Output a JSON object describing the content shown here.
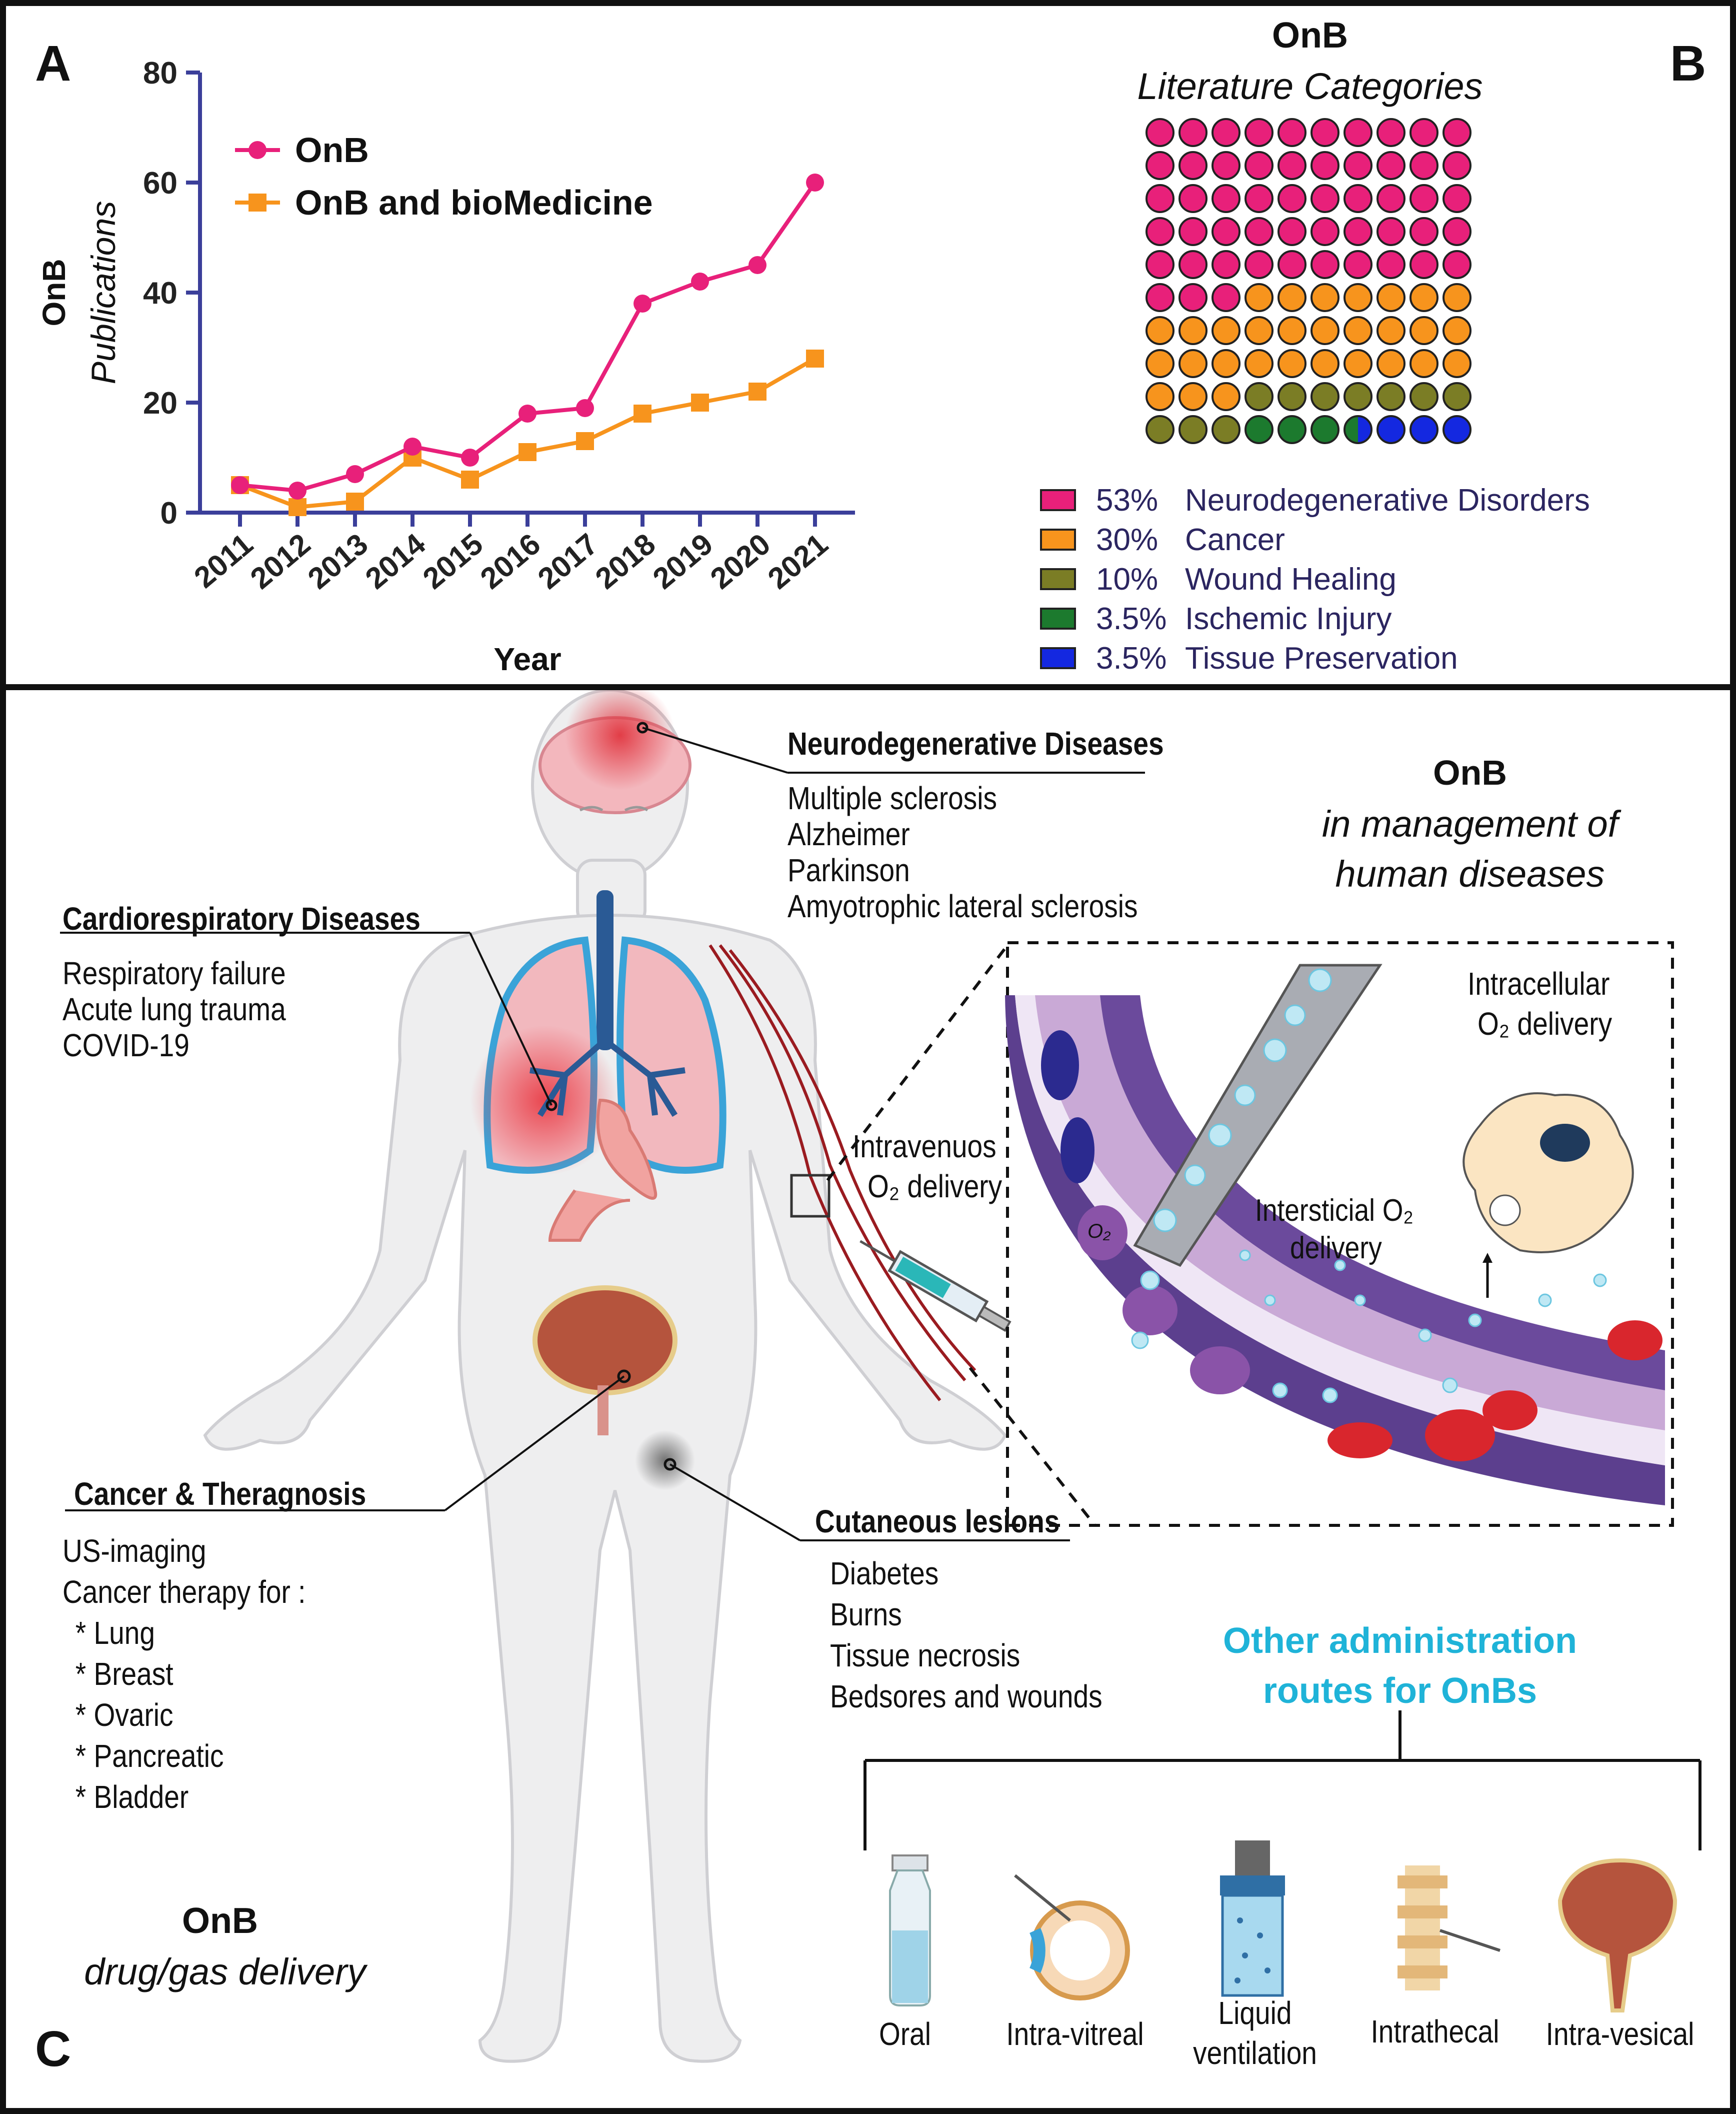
{
  "panel_a": {
    "letter": "A",
    "chart_data": {
      "type": "line",
      "x": [
        "2011",
        "2012",
        "2013",
        "2014",
        "2015",
        "2016",
        "2017",
        "2018",
        "2019",
        "2020",
        "2021"
      ],
      "series": [
        {
          "name": "OnB",
          "color": "#e8207a",
          "marker": "circle",
          "values": [
            5,
            4,
            7,
            12,
            10,
            18,
            19,
            38,
            42,
            45,
            60
          ]
        },
        {
          "name": "OnB and bioMedicine",
          "color": "#f7941d",
          "marker": "square",
          "values": [
            5,
            1,
            2,
            10,
            6,
            11,
            13,
            18,
            20,
            22,
            28
          ]
        }
      ],
      "ylim": [
        0,
        80
      ],
      "yticks": [
        0,
        20,
        40,
        60,
        80
      ],
      "xlabel": "Year",
      "ylabel_line1": "OnB",
      "ylabel_line2": "Publications",
      "legend": "top-left",
      "grid": false
    }
  },
  "panel_b": {
    "letter": "B",
    "title": "OnB",
    "subtitle": "Literature Categories",
    "chart_data": {
      "type": "waffle",
      "total_dots": 100,
      "categories": [
        {
          "pct_label": "53%",
          "name": "Neurodegenerative Disorders",
          "value": 53,
          "color": "#e8207a"
        },
        {
          "pct_label": "30%",
          "name": "Cancer",
          "value": 30,
          "color": "#f7941d"
        },
        {
          "pct_label": "10%",
          "name": "Wound Healing",
          "value": 10,
          "color": "#7b7d25"
        },
        {
          "pct_label": "3.5%",
          "name": "Ischemic Injury",
          "value": 3.5,
          "color": "#1c7a2e"
        },
        {
          "pct_label": "3.5%",
          "name": "Tissue Preservation",
          "value": 3.5,
          "color": "#1428e0"
        }
      ]
    }
  },
  "panel_c": {
    "letter": "C",
    "main_title": "OnB",
    "main_subtitle_1": "in management of",
    "main_subtitle_2": "human diseases",
    "bottom_title": "OnB",
    "bottom_subtitle": "drug/gas delivery",
    "neuro": {
      "title": "Neurodegenerative Diseases",
      "items": [
        "Multiple sclerosis",
        "Alzheimer",
        "Parkinson",
        "Amyotrophic lateral sclerosis"
      ]
    },
    "cardio": {
      "title": "Cardiorespiratory Diseases",
      "items": [
        "Respiratory failure",
        "Acute lung trauma",
        "COVID-19"
      ]
    },
    "cancer": {
      "title": "Cancer & Theragnosis",
      "items": [
        "US-imaging",
        "Cancer therapy for :",
        "* Lung",
        "* Breast",
        "* Ovaric",
        "* Pancreatic",
        "* Bladder"
      ]
    },
    "cutaneous": {
      "title": "Cutaneous lesions",
      "items": [
        "Diabetes",
        "Burns",
        "Tissue necrosis",
        "Bedsores and wounds"
      ]
    },
    "iv_label_1": "Intravenuos",
    "iv_label_2": "O₂ delivery",
    "intracellular_1": "Intracellular",
    "intracellular_2": "O₂ delivery",
    "interstitial_1": "Intersticial  O₂",
    "interstitial_2": "delivery",
    "o2_symbol": "O₂",
    "routes_title_1": "Other administration",
    "routes_title_2": "routes for OnBs",
    "routes_title_color": "#1fb3d8",
    "routes": [
      "Oral",
      "Intra-vitreal",
      "Liquid\nventilation",
      "Intrathecal",
      "Intra-vesical"
    ]
  }
}
